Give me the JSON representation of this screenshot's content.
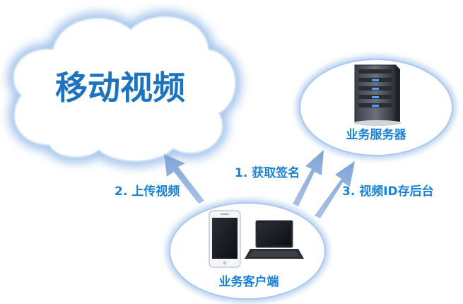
{
  "cloud": {
    "title": "移动视频"
  },
  "server_node": {
    "label": "业务服务器"
  },
  "client_node": {
    "label": "业务客户端"
  },
  "steps": [
    {
      "label": "1. 获取签名"
    },
    {
      "label": "2. 上传视频"
    },
    {
      "label": "3. 视频ID存后台"
    }
  ],
  "colors": {
    "accent_blue": "#1a82d6",
    "title_blue": "#1e73be",
    "arrow_blue": "#8fb0dc",
    "cloud_glow": "#c7dcf3",
    "ellipse_stroke": "#9ec1ea"
  },
  "icons": [
    "cloud-icon",
    "server-icon",
    "smartphone-icon",
    "laptop-icon",
    "arrow-icon"
  ]
}
